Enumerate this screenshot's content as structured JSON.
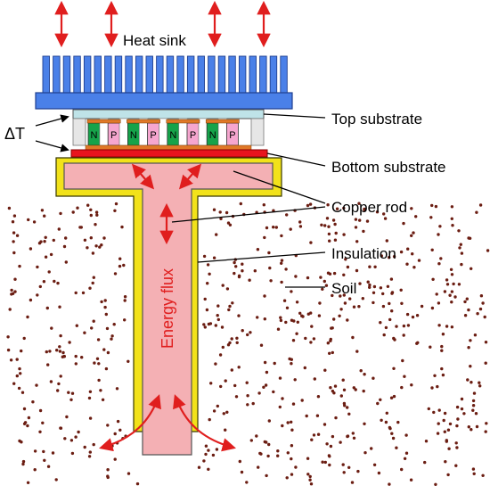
{
  "labels": {
    "heat_sink": "Heat sink",
    "delta_t": "ΔT",
    "top_substrate": "Top substrate",
    "bottom_substrate": "Bottom substrate",
    "copper_rod": "Copper rod",
    "insulation": "Insulation",
    "soil": "Soil",
    "energy_flux": "Energy flux"
  },
  "te_legs": [
    "N",
    "P",
    "N",
    "P",
    "N",
    "P",
    "N",
    "P"
  ],
  "colors": {
    "heat_sink": "#4a80e8",
    "heat_sink_outline": "#1f3f8f",
    "top_substrate": "#bfe3e8",
    "bottom_substrate": "#e8141e",
    "interconnect": "#e07828",
    "n_leg": "#16a34a",
    "p_leg": "#f6a6cf",
    "copper": "#f4b0b4",
    "insulation": "#f2e21a",
    "soil": "#6b1d12",
    "arrow": "#e01e1e"
  }
}
